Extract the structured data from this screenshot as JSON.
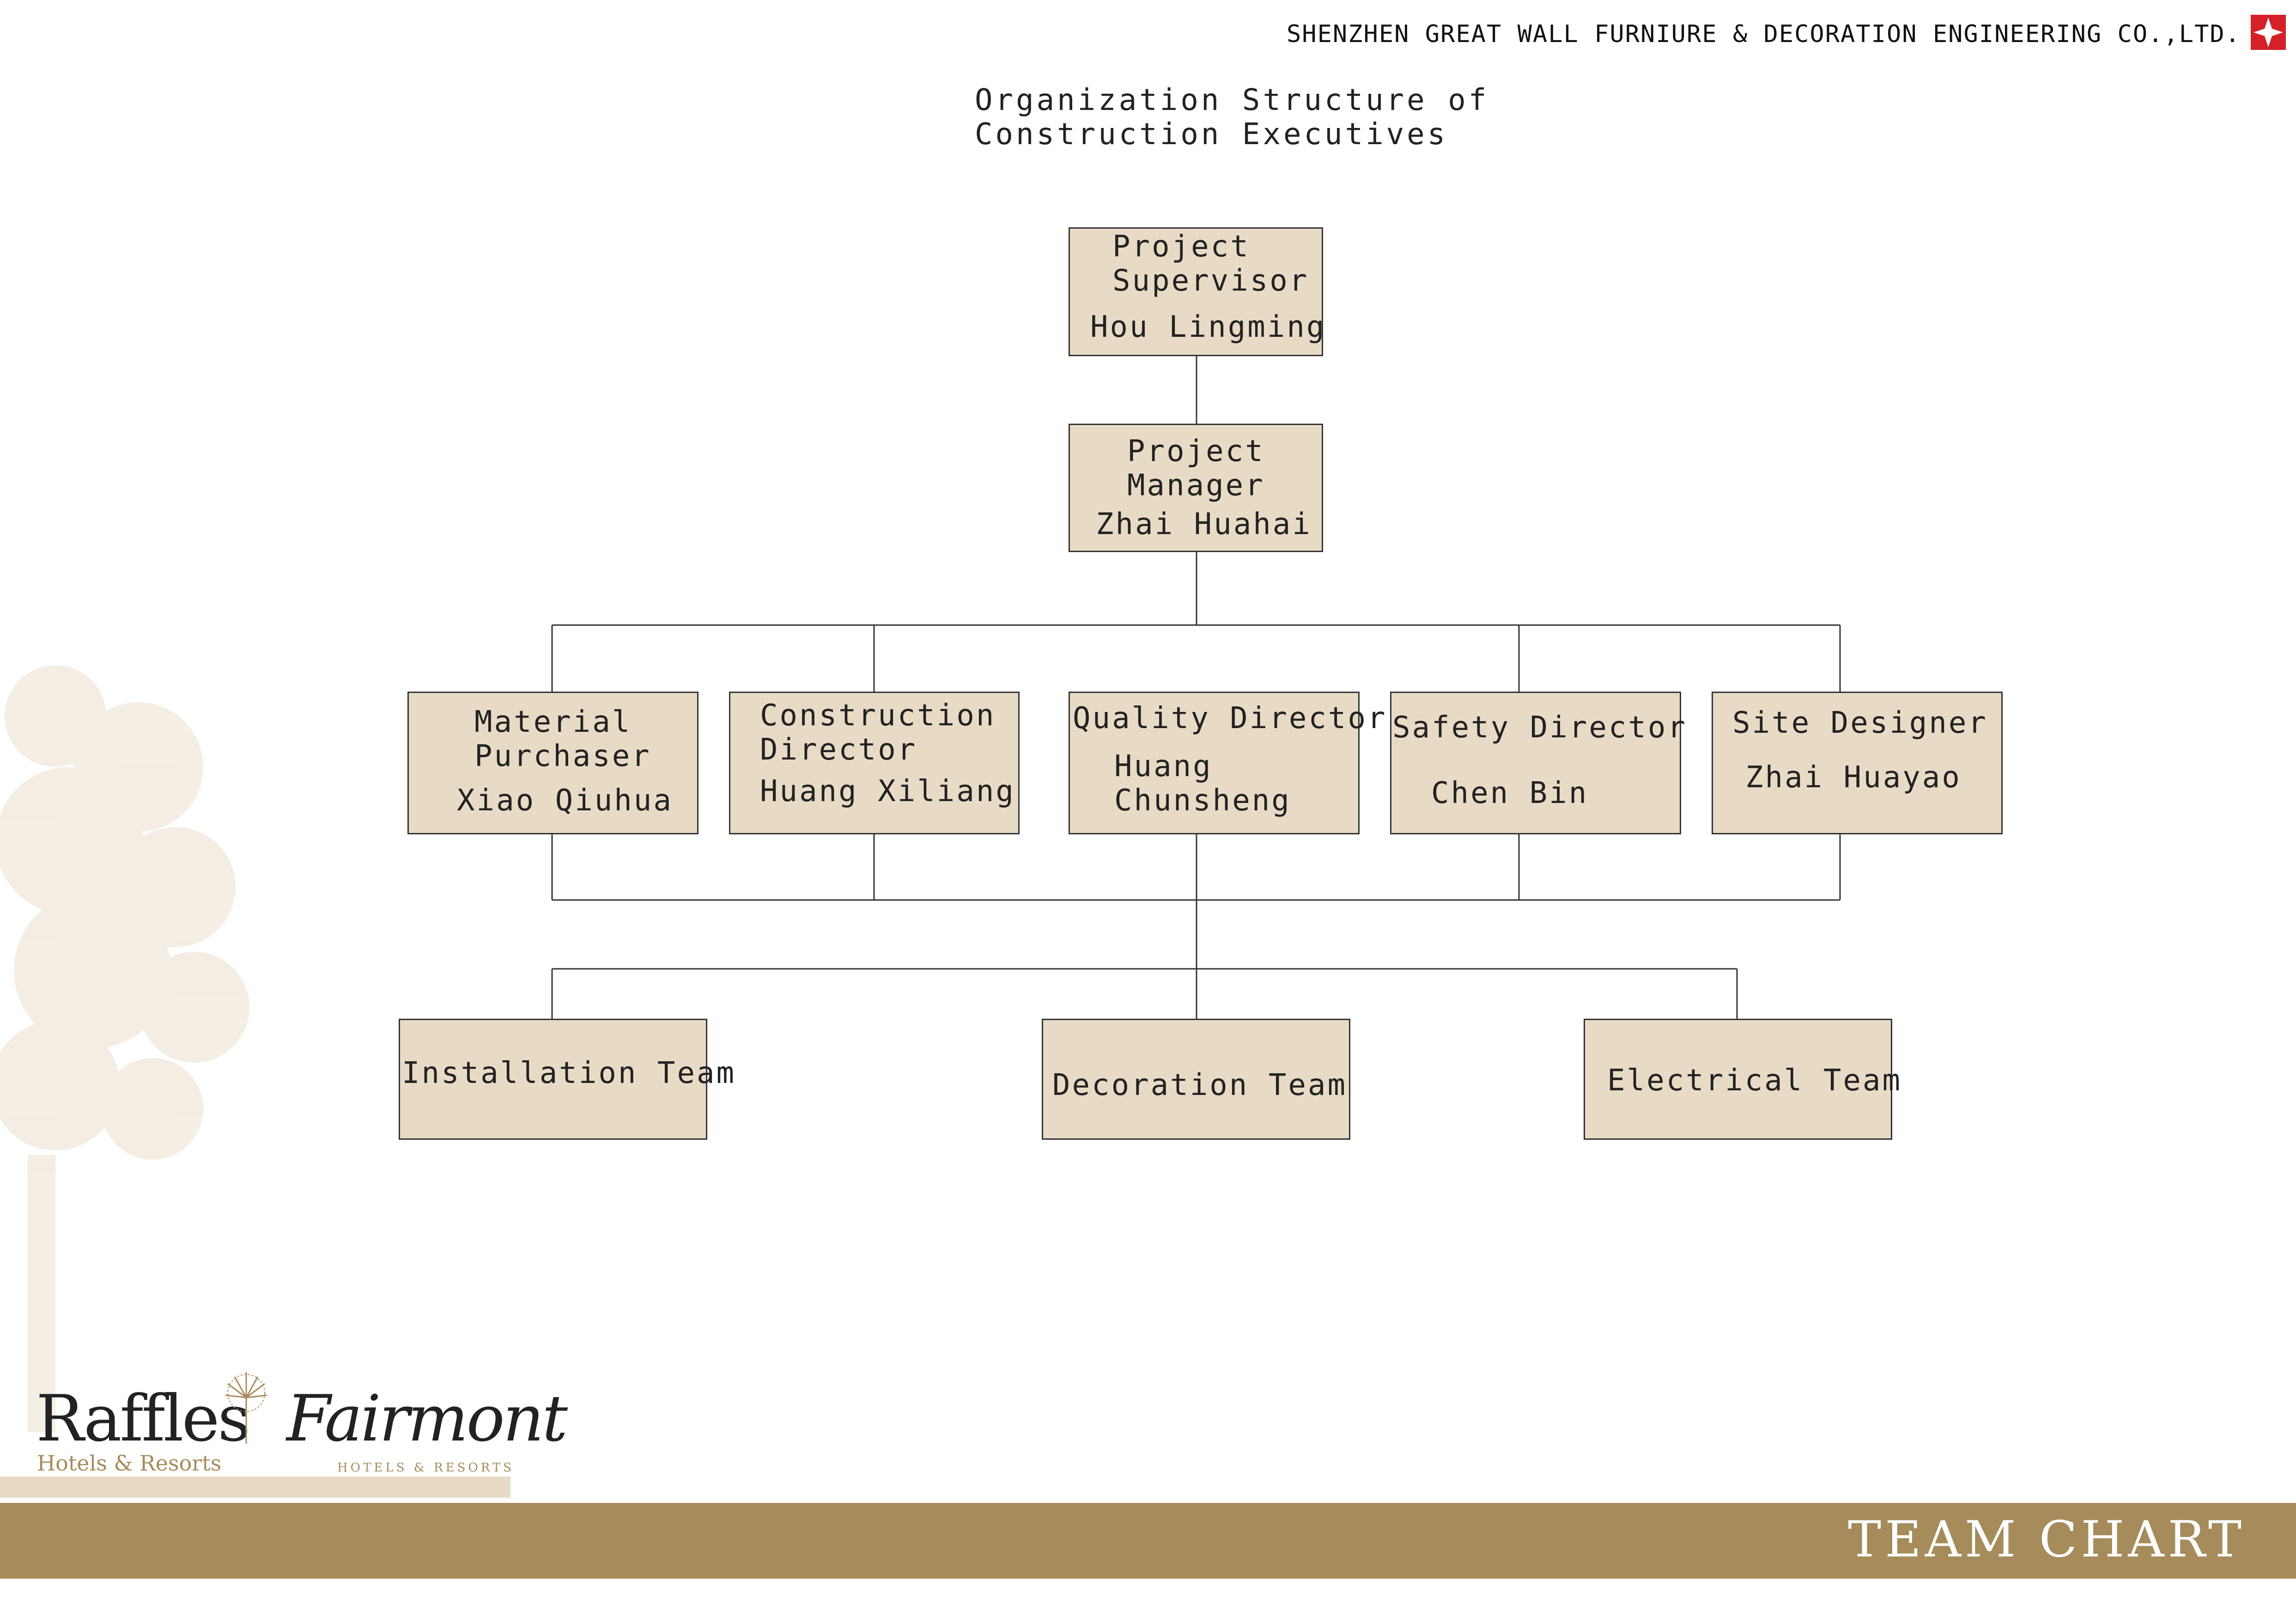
{
  "header": {
    "company": "SHENZHEN GREAT WALL FURNIURE & DECORATION ENGINEERING CO.,LTD."
  },
  "title": {
    "line1": "Organization Structure of",
    "line2": "Construction Executives"
  },
  "nodes": {
    "supervisor": {
      "role1": "Project",
      "role2": "Supervisor",
      "name": "Hou Lingming"
    },
    "manager": {
      "role1": "Project",
      "role2": "Manager",
      "name": "Zhai Huahai"
    },
    "purchaser": {
      "role1": "Material",
      "role2": "Purchaser",
      "name": "Xiao Qiuhua"
    },
    "construction": {
      "role1": "Construction",
      "role2": "Director",
      "name": "Huang Xiliang"
    },
    "quality": {
      "role1": "Quality Director",
      "name1": "Huang",
      "name2": "Chunsheng"
    },
    "safety": {
      "role1": "Safety Director",
      "name": "Chen Bin"
    },
    "designer": {
      "role1": "Site Designer",
      "name": "Zhai Huayao"
    },
    "installation": {
      "label": "Installation Team"
    },
    "decoration": {
      "label": "Decoration Team"
    },
    "electrical": {
      "label": "Electrical Team"
    }
  },
  "logos": {
    "raffles": "Raffles",
    "raffles_sub": "Hotels & Resorts",
    "fairmont": "Fairmont",
    "fairmont_sub": "HOTELS & RESORTS"
  },
  "footer": {
    "label": "TEAM CHART"
  },
  "colors": {
    "box_fill": "#e8dbc6",
    "bar": "#a68b5b",
    "brand_red": "#d42027"
  }
}
